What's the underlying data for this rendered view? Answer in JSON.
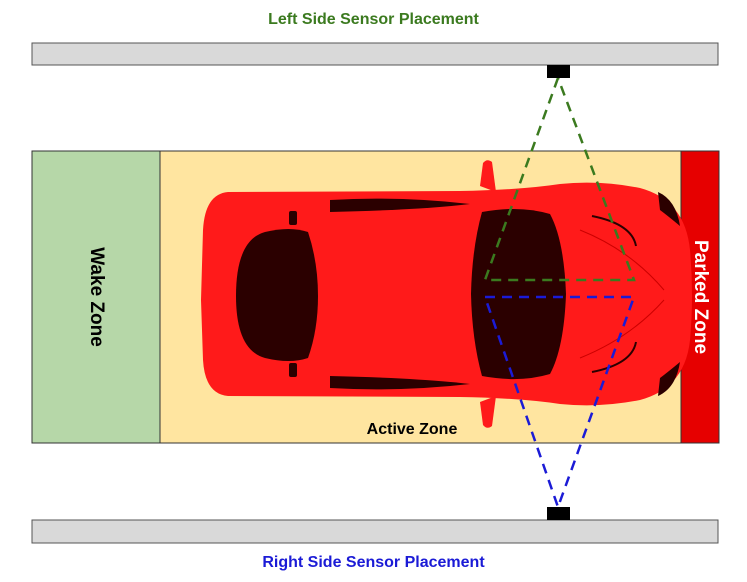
{
  "labels": {
    "left_sensor": "Left Side Sensor Placement",
    "right_sensor": "Right Side Sensor Placement",
    "wake_zone": "Wake Zone",
    "active_zone": "Active Zone",
    "parked_zone": "Parked Zone"
  },
  "colors": {
    "left_sensor": "#3b7a1f",
    "right_sensor": "#1b1bd6",
    "wake_zone": "#b6d7a8",
    "active_zone": "#ffe5a0",
    "parked_zone": "#e60000",
    "car_body": "#ff1a1a",
    "car_glass": "#2b0000",
    "wall": "#d9d9d9",
    "sensor": "#000000",
    "left_beam": "#3b7a1f",
    "right_beam": "#1b1bd6"
  },
  "icons": {
    "car": "car-top-view-icon",
    "sensor": "sensor-icon"
  }
}
